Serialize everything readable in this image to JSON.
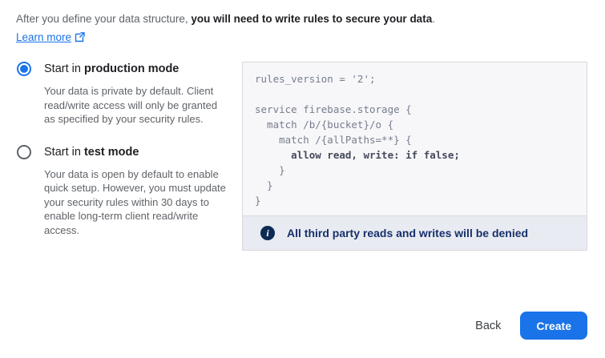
{
  "intro": {
    "prefix": "After you define your data structure, ",
    "bold": "you will need to write rules to secure your data",
    "suffix": "."
  },
  "learn_more": {
    "label": "Learn more"
  },
  "options": [
    {
      "label_prefix": "Start in ",
      "label_bold": "production mode",
      "selected": true,
      "description": "Your data is private by default. Client read/write access will only be granted as specified by your security rules."
    },
    {
      "label_prefix": "Start in ",
      "label_bold": "test mode",
      "selected": false,
      "description": "Your data is open by default to enable quick setup. However, you must update your security rules within 30 days to enable long-term client read/write access."
    }
  ],
  "rules": {
    "lines": [
      "rules_version = '2';",
      "",
      "service firebase.storage {",
      "  match /b/{bucket}/o {",
      "    match /{allPaths=**} {",
      "      allow read, write: if false;",
      "    }",
      "  }",
      "}"
    ],
    "highlight_line": 5
  },
  "banner": {
    "icon": "info-icon",
    "icon_glyph": "i",
    "text": "All third party reads and writes will be denied"
  },
  "footer": {
    "back_label": "Back",
    "create_label": "Create"
  },
  "colors": {
    "accent_blue": "#1a73e8",
    "panel_bg": "#f7f7f9",
    "panel_border": "#d9d9dd",
    "banner_bg": "#e8ebf1",
    "banner_text": "#17306b",
    "banner_icon_bg": "#0d2a54",
    "code_text": "#767d8e",
    "code_highlight_text": "#454a5c",
    "description_gray": "#5f6368"
  }
}
